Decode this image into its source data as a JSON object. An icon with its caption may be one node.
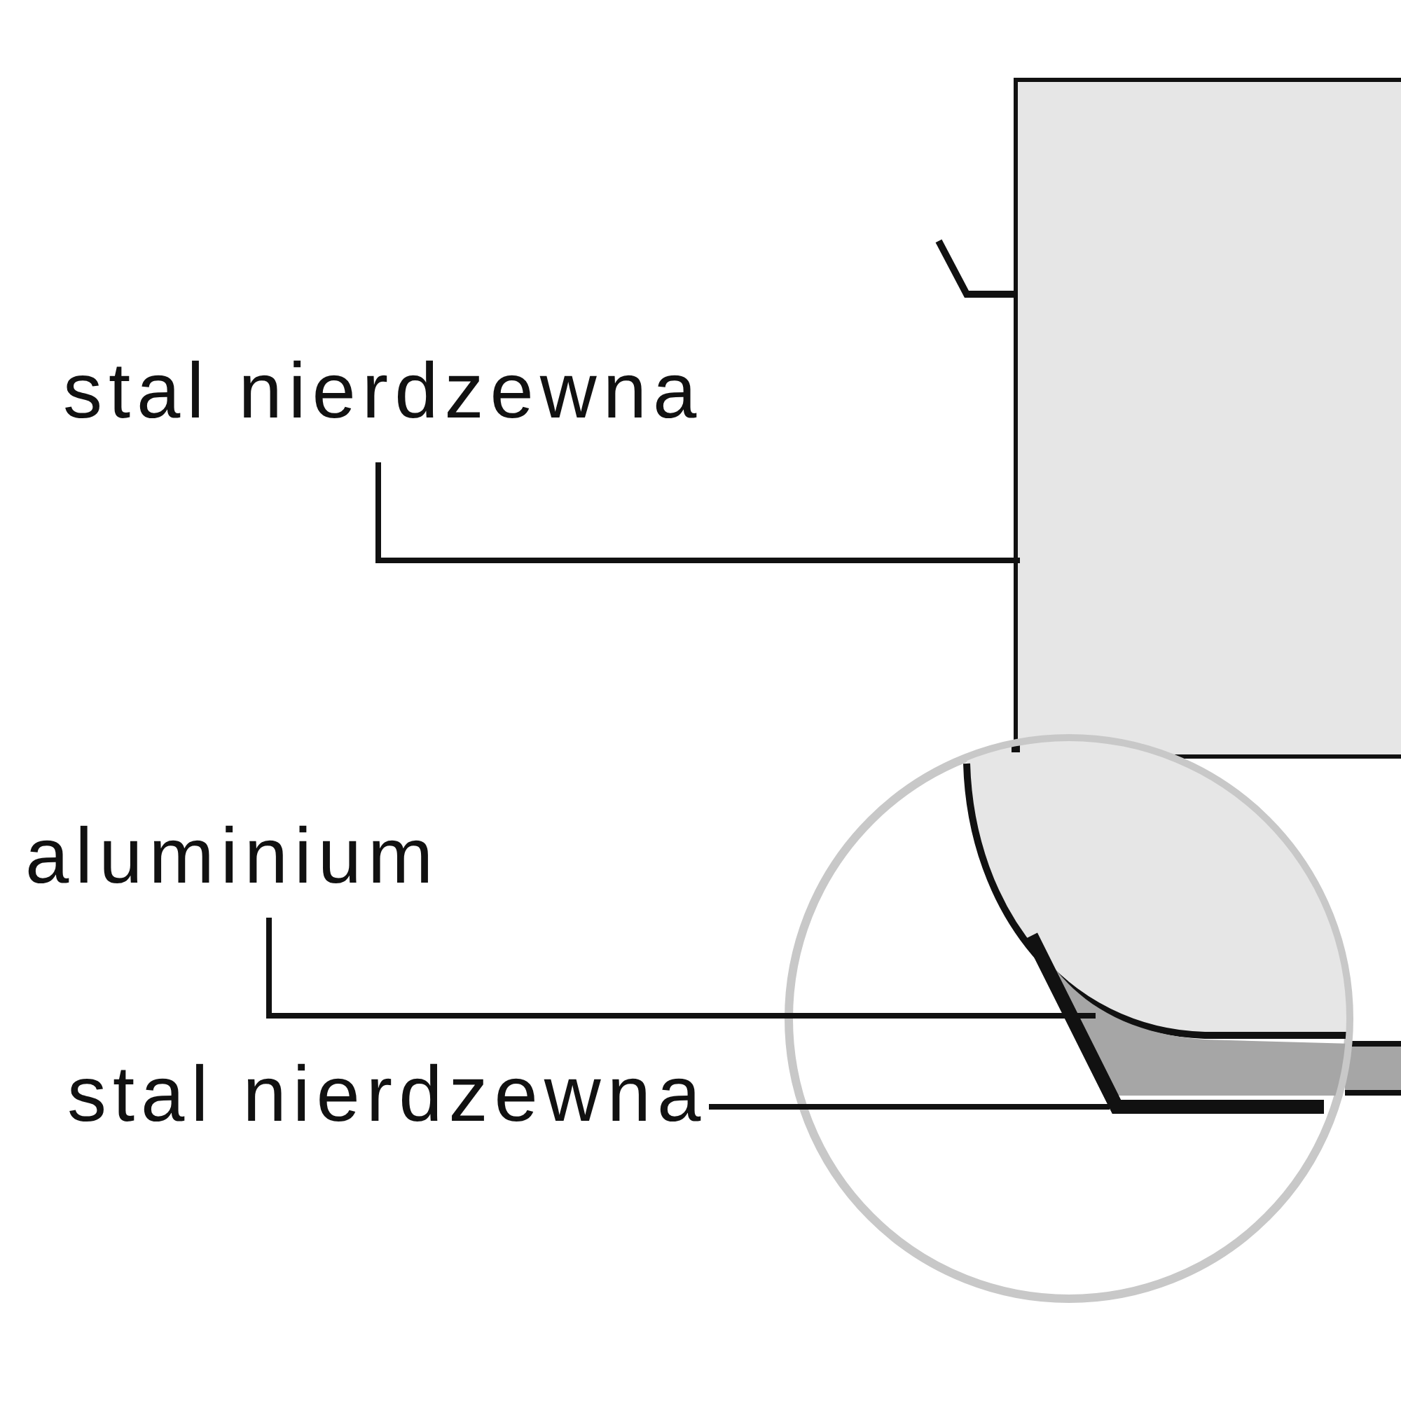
{
  "diagram": {
    "nodes": [
      {
        "text": [
          "stal nierdzewna"
        ]
      },
      {
        "text": [
          "aluminium"
        ]
      },
      {
        "text": [
          "stal nierdzewna"
        ]
      },
      {
        "text": [],
        "shape": "bar"
      },
      {
        "text": [],
        "shape": "bar"
      },
      {
        "text": [],
        "shape": "bar"
      }
    ],
    "edges": [
      {
        "from": 0,
        "to": 3,
        "arrow": "none"
      },
      {
        "from": 1,
        "to": 4,
        "arrow": "none"
      },
      {
        "from": 2,
        "to": 5,
        "arrow": "none"
      }
    ]
  }
}
